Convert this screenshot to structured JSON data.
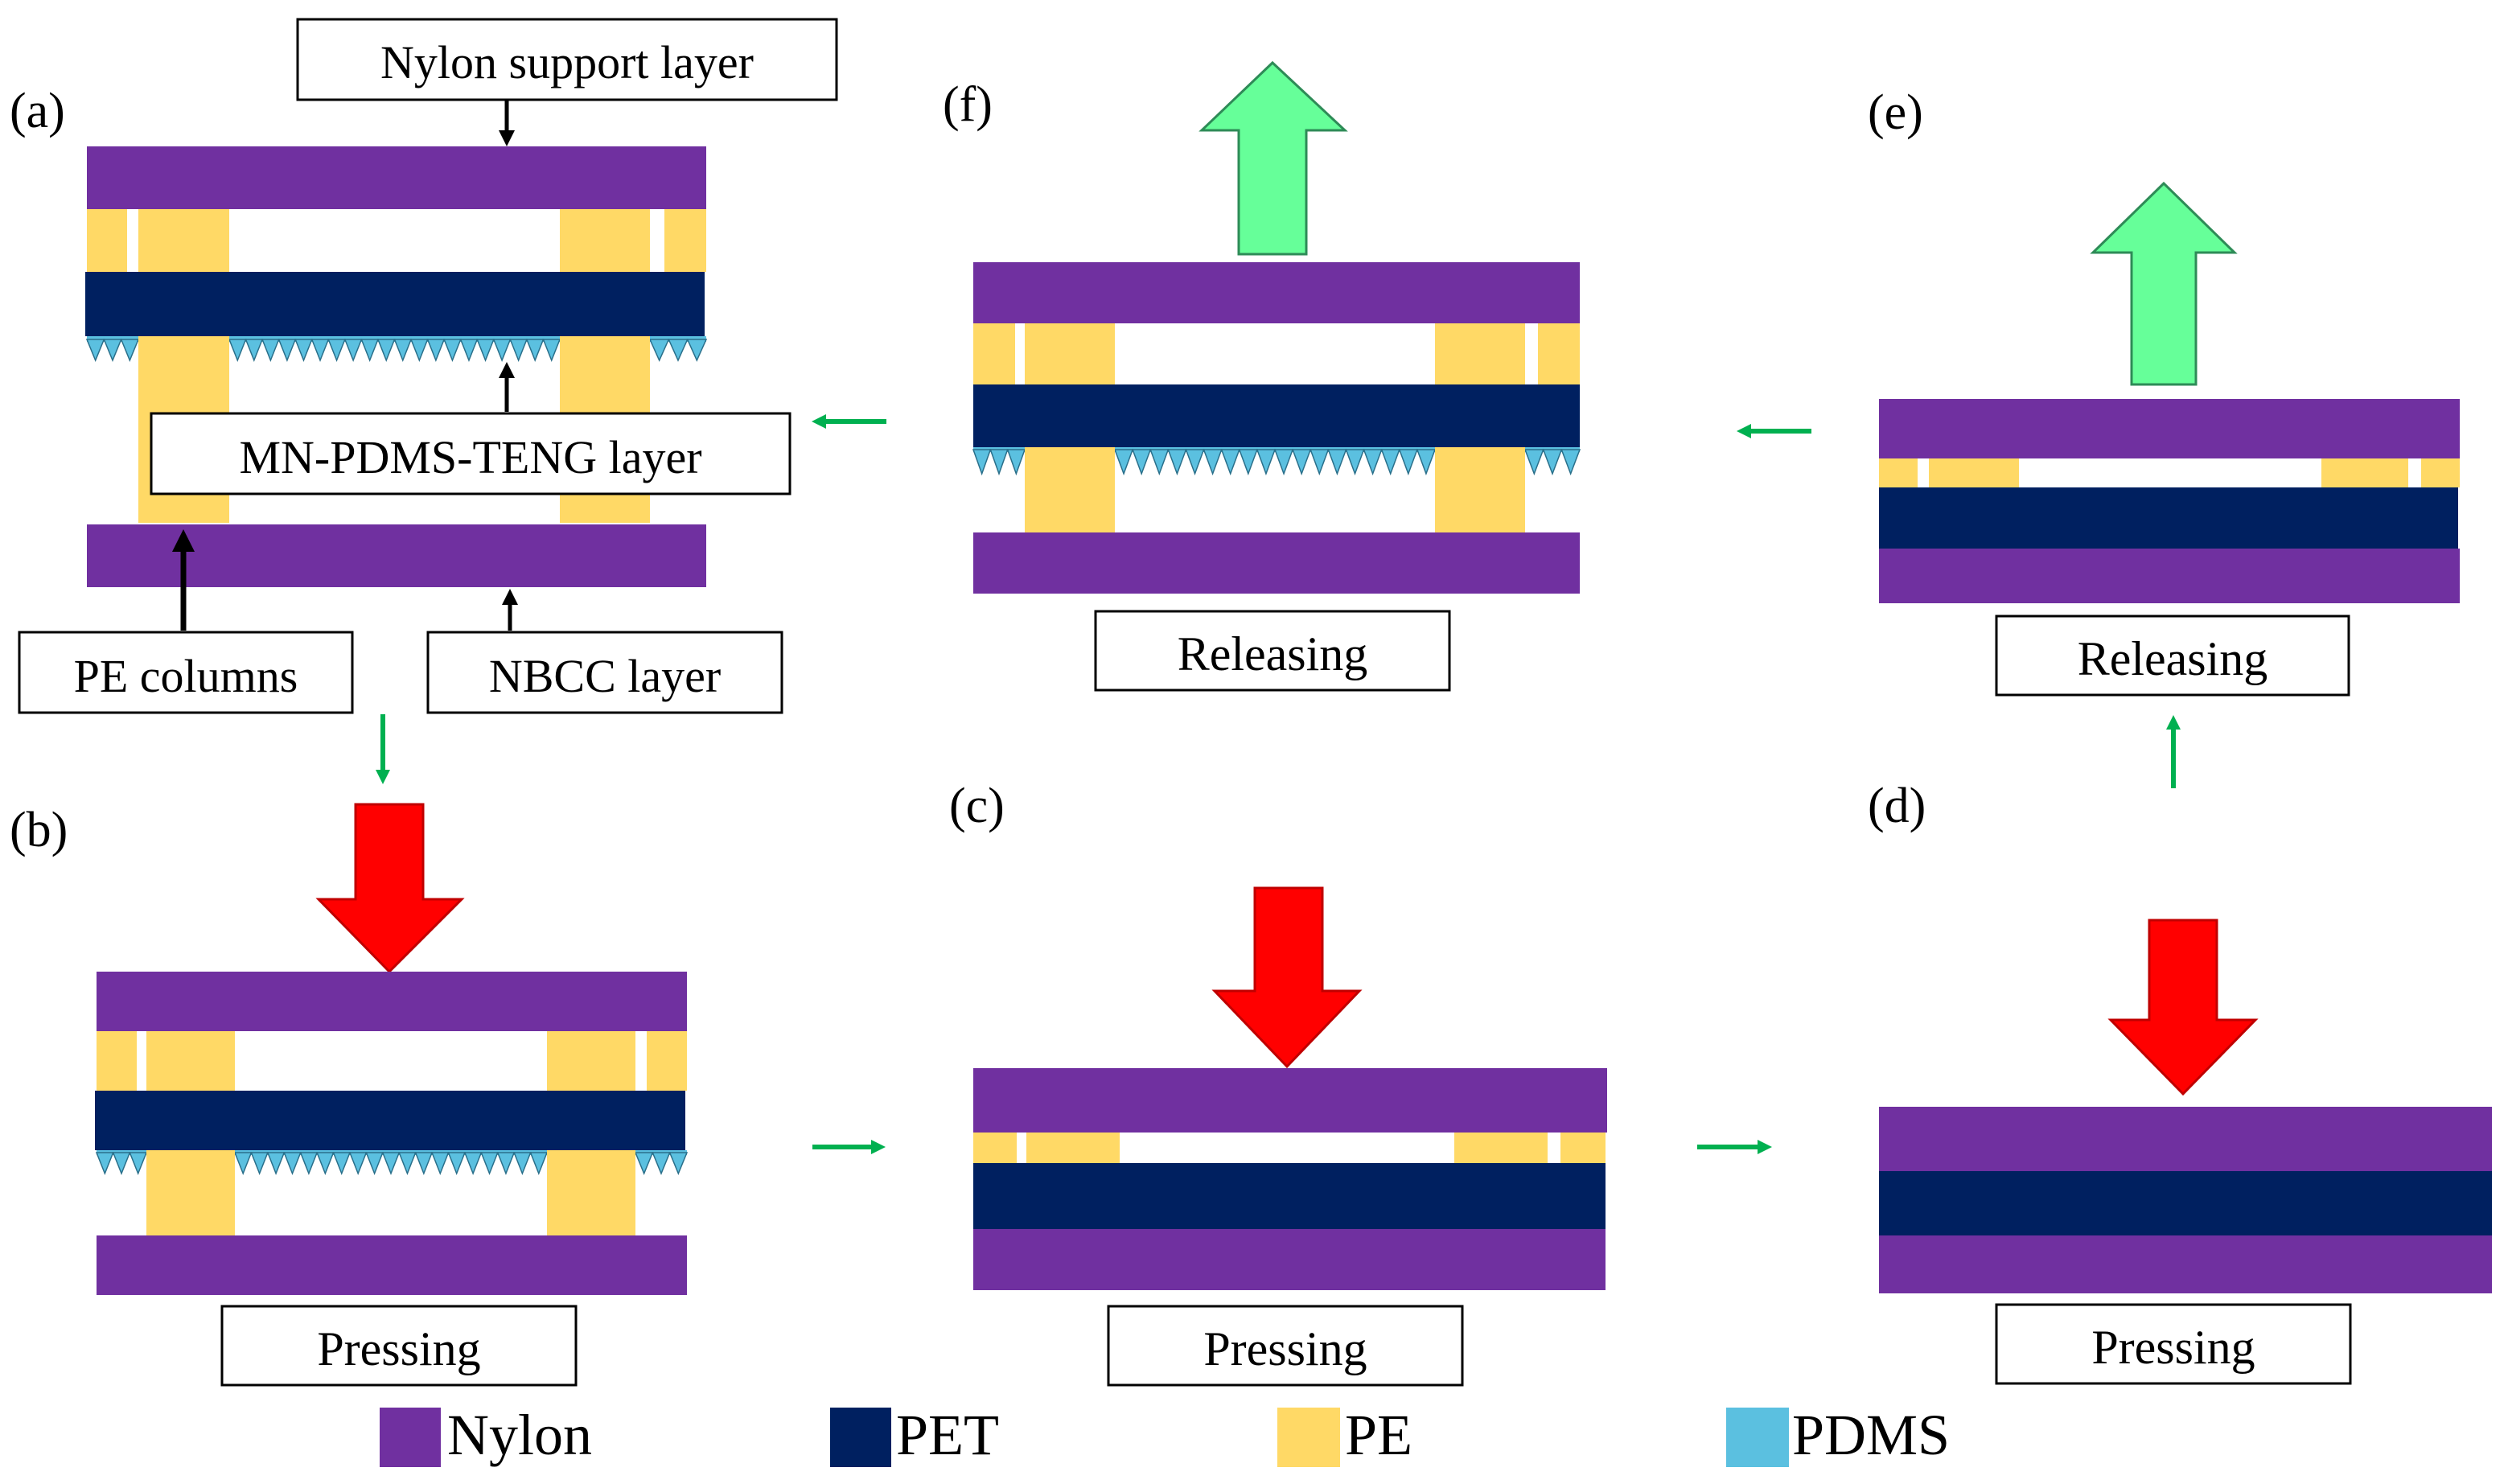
{
  "panels": {
    "a": {
      "label": "(a)"
    },
    "b": {
      "label": "(b)",
      "caption": "Pressing"
    },
    "c": {
      "label": "(c)",
      "caption": "Pressing"
    },
    "d": {
      "label": "(d)",
      "caption": "Pressing"
    },
    "e": {
      "label": "(e)",
      "caption": "Releasing"
    },
    "f": {
      "label": "(f)",
      "caption": "Releasing"
    }
  },
  "annotations": {
    "nylon_support": "Nylon support layer",
    "mn_pdms_teng": "MN-PDMS-TENG layer",
    "pe_columns": "PE columns",
    "nbcc_layer": "NBCC layer"
  },
  "legend": [
    {
      "name": "Nylon",
      "color": "#7030a0"
    },
    {
      "name": "PET",
      "color": "#002060"
    },
    {
      "name": "PE",
      "color": "#ffd966"
    },
    {
      "name": "PDMS",
      "color": "#5bc0e0"
    }
  ],
  "colors": {
    "nylon": "#7030a0",
    "pet": "#002060",
    "pe": "#ffd966",
    "pdms": "#5bc0e0",
    "press_arrow": "#ff0000",
    "release_arrow": "#66ff99",
    "flow_arrow": "#00b050"
  }
}
